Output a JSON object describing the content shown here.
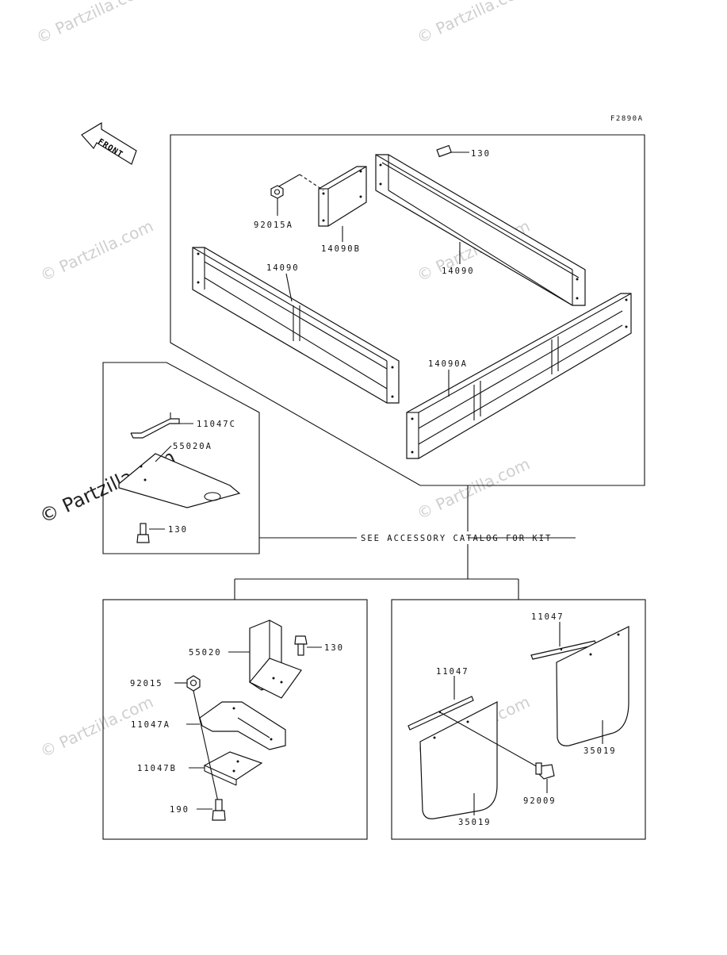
{
  "diagram": {
    "code": "F2890A",
    "note": "SEE ACCESSORY CATALOG FOR KIT",
    "front_label": "FRONT",
    "watermark": "© Partzilla.com",
    "labels": {
      "p130_top": "130",
      "p92015A": "92015A",
      "p14090B": "14090B",
      "p14090_left": "14090",
      "p14090_right": "14090",
      "p14090A": "14090A",
      "p11047C": "11047C",
      "p55020A": "55020A",
      "p130_left": "130",
      "p55020": "55020",
      "p130_mid": "130",
      "p92015": "92015",
      "p11047A": "11047A",
      "p11047B": "11047B",
      "p190": "190",
      "p11047_top": "11047",
      "p11047_mid": "11047",
      "p35019_right": "35019",
      "p35019_left": "35019",
      "p92009": "92009"
    }
  }
}
